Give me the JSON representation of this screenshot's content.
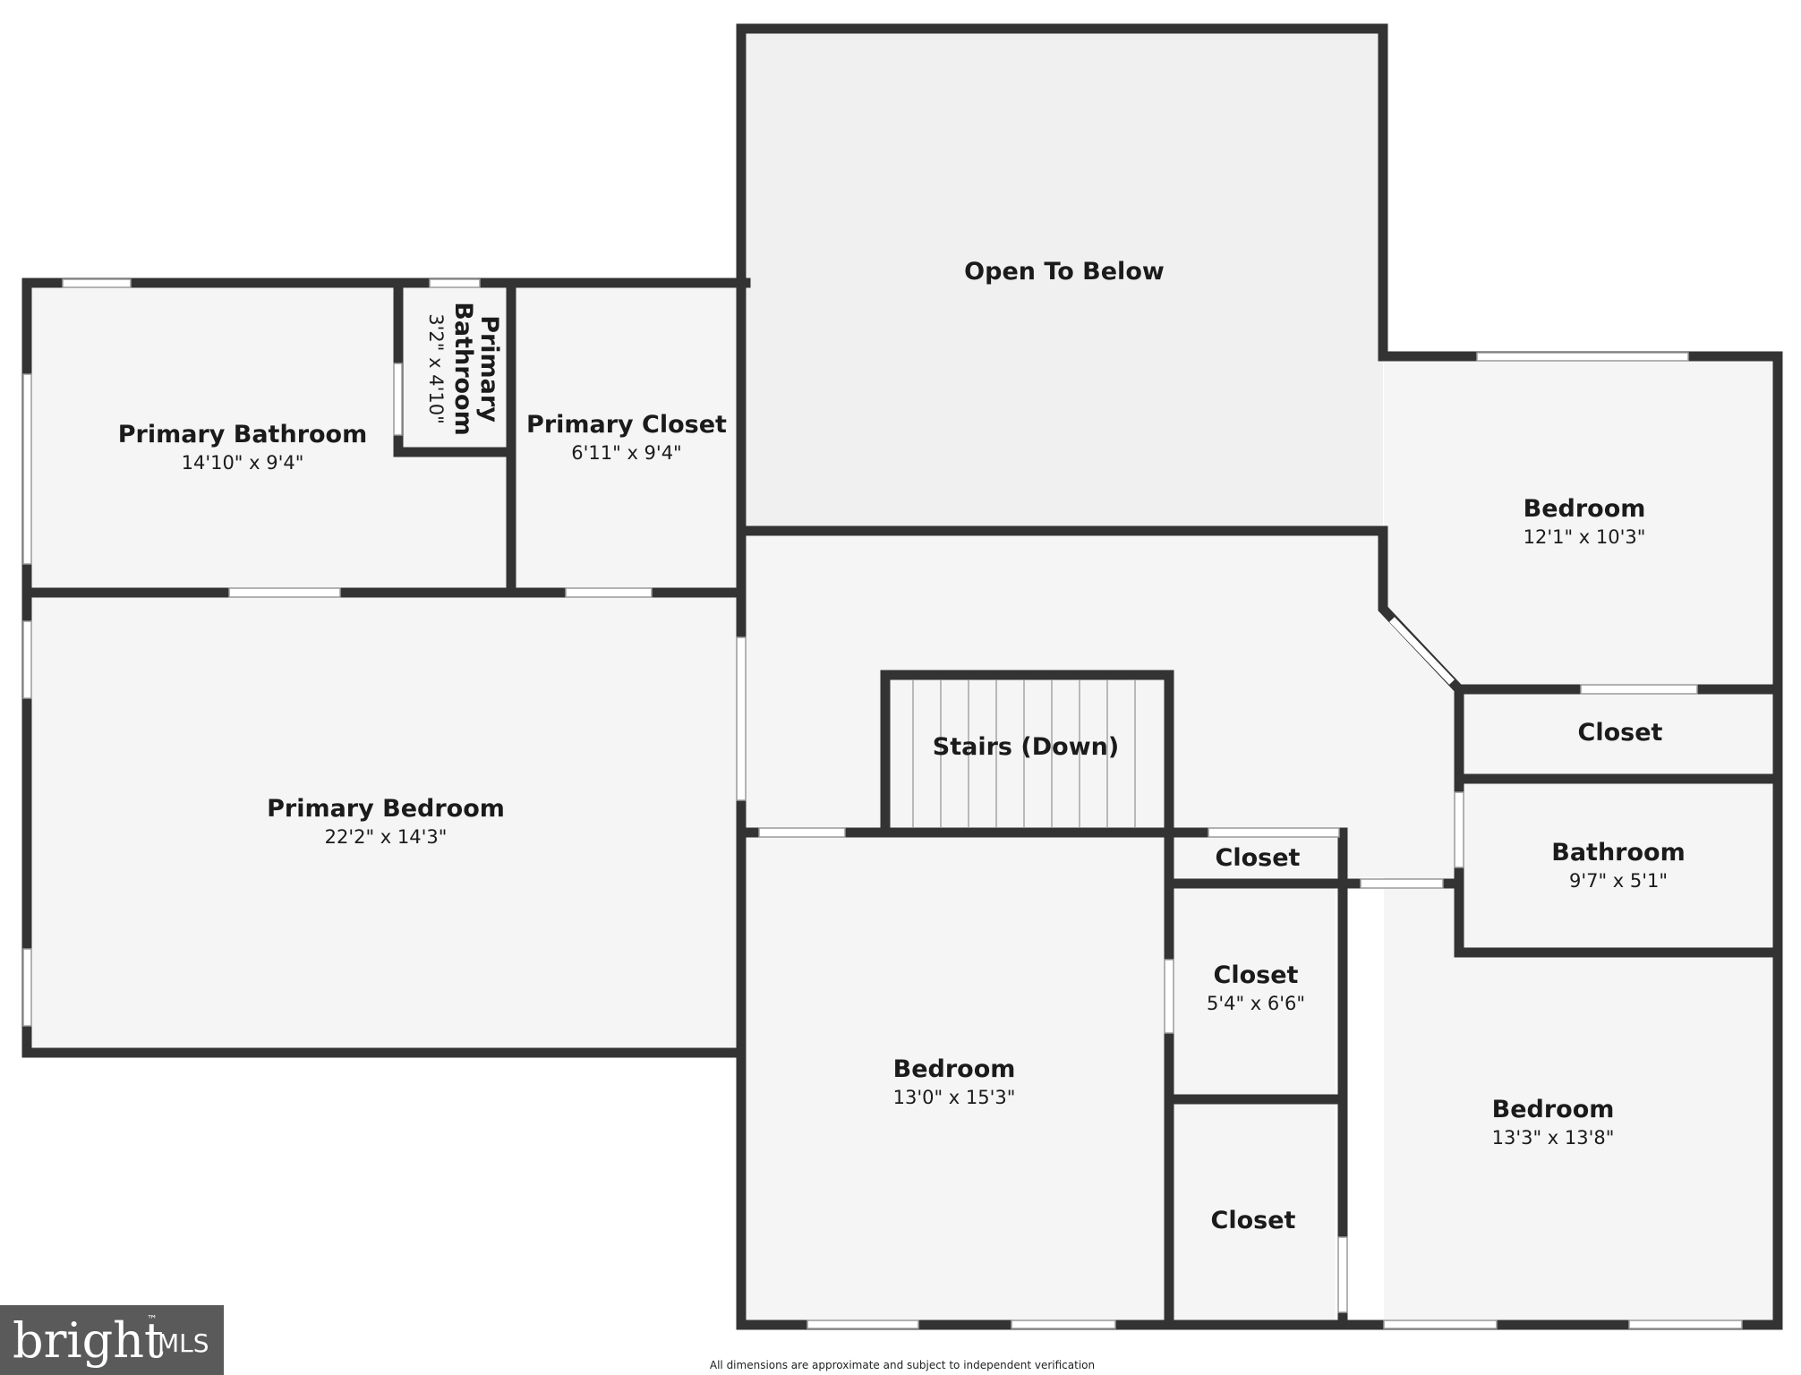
{
  "rooms": {
    "open_to_below": {
      "name": "Open To Below"
    },
    "primary_bathroom": {
      "name": "Primary Bathroom",
      "dims": "14'10\" x 9'4\""
    },
    "primary_bathroom_small": {
      "name_line1": "Primary",
      "name_line2": "Bathroom",
      "dims": "3'2\" x 4'10\""
    },
    "primary_closet": {
      "name": "Primary Closet",
      "dims": "6'11\" x 9'4\""
    },
    "bedroom_ne": {
      "name": "Bedroom",
      "dims": "12'1\" x 10'3\""
    },
    "primary_bedroom": {
      "name": "Primary Bedroom",
      "dims": "22'2\" x 14'3\""
    },
    "stairs": {
      "name": "Stairs (Down)"
    },
    "closet_east": {
      "name": "Closet"
    },
    "bathroom": {
      "name": "Bathroom",
      "dims": "9'7\" x 5'1\""
    },
    "closet_small": {
      "name": "Closet"
    },
    "closet_mid": {
      "name": "Closet",
      "dims": "5'4\" x 6'6\""
    },
    "closet_low": {
      "name": "Closet"
    },
    "bedroom_s": {
      "name": "Bedroom",
      "dims": "13'0\" x 15'3\""
    },
    "bedroom_se": {
      "name": "Bedroom",
      "dims": "13'3\" x 13'8\""
    }
  },
  "footer": {
    "disclaimer": "All dimensions are approximate and subject to independent verification"
  },
  "logo": {
    "text": "bright",
    "mls": "MLS",
    "tm": "™"
  },
  "colors": {
    "wall": "#333333",
    "room_fill": "#f5f5f5",
    "open_fill": "#f0f0f0",
    "window": "#ffffff",
    "logo_bg": "#5a5a5a"
  }
}
